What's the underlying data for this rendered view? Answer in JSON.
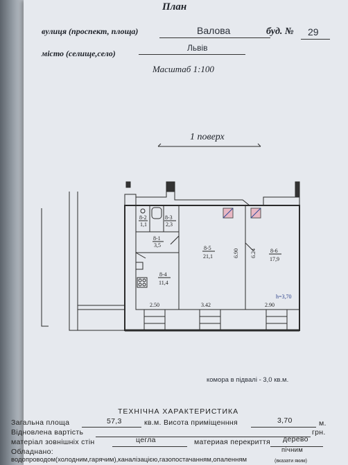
{
  "header": {
    "title": "План",
    "street_label": "вулиця (проспект, площа)",
    "street_value": "Валова",
    "building_label": "буд. №",
    "building_value": "29",
    "city_label": "місто (селище,село)",
    "city_value": "Львів",
    "scale": "Масштаб 1:100"
  },
  "floor_title": "1 поверх",
  "rooms": [
    {
      "id": "8-1",
      "area": "3,5"
    },
    {
      "id": "8-2",
      "area": "1,1"
    },
    {
      "id": "8-3",
      "area": "2,3"
    },
    {
      "id": "8-4",
      "area": "11,4"
    },
    {
      "id": "8-5",
      "area": "21,1"
    },
    {
      "id": "8-6",
      "area": "17,9"
    }
  ],
  "dimensions": {
    "d1": "2.50",
    "d2": "3.42",
    "d3": "2.90",
    "d4": "6.90",
    "d5": "6.24",
    "height": "h=3,70"
  },
  "basement_note": "комора в підвалі - 3,0 кв.м.",
  "tech": {
    "title": "ТЕХНІЧНА ХАРАКТЕРИСТИКА",
    "total_area_label": "Загальна площа",
    "total_area_value": "57,3",
    "height_label": "кв.м. Висота приміщенння",
    "height_value": "3,70",
    "height_unit": "м.",
    "restored_cost_label": "Відновлена вартість",
    "restored_cost_unit": "грн.",
    "wall_material_label": "матеріал зовнішніх стін",
    "wall_material_value": "цегла",
    "ceiling_label": "материая перекриття",
    "ceiling_value": "дерево",
    "equipped_label": "Обладнано:",
    "utilities": "водопроводом(холодним,гарячим),каналізацією,газопостачанням,опаленням",
    "heating_value": "пічним",
    "heating_hint": "(вказати яким)"
  }
}
